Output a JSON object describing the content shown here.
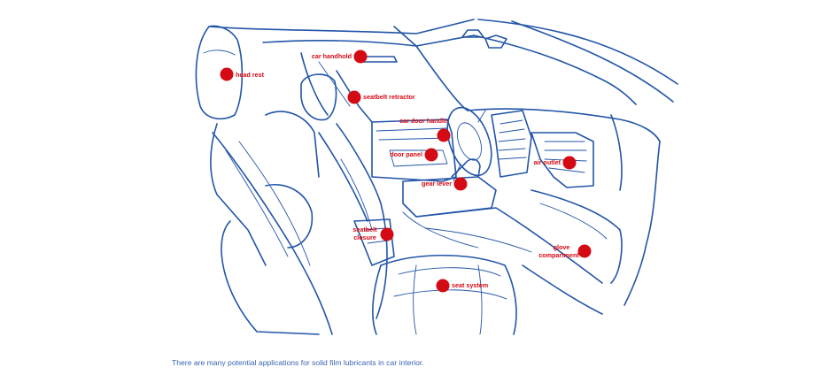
{
  "caption": "There are many potential applications for solid film lubricants in car interior.",
  "labels": {
    "head_rest": "head rest",
    "car_handhold": "car handhold",
    "seatbelt_retractor": "seatbelt retractor",
    "car_door_handle": "car door handle",
    "door_panel": "door panel",
    "air_outlet": "air outlet",
    "gear_lever": "gear lever",
    "seatbelt_closure_line1": "seatbelt",
    "seatbelt_closure_line2": "closure",
    "glove_compartment_line1": "glove",
    "glove_compartment_line2": "compartment",
    "seat_system": "seat system"
  },
  "colors": {
    "line": "#2255a8",
    "marker": "#d40a14",
    "caption": "#3a64b4"
  }
}
